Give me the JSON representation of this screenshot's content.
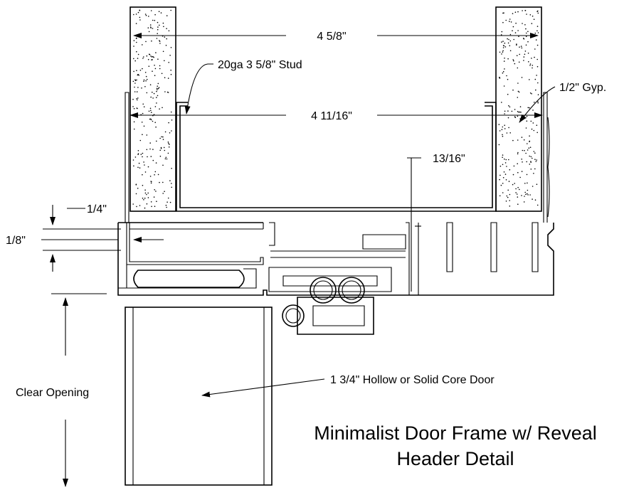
{
  "dimensions": {
    "stud_outer": "4 5/8\"",
    "stud_inner": "4 11/16\"",
    "reveal_depth": "13/16\"",
    "quarter": "1/4\"",
    "eighth": "1/8\""
  },
  "callouts": {
    "stud": "20ga 3 5/8\" Stud",
    "gyp": "1/2\" Gyp.",
    "door": "1 3/4\" Hollow or Solid Core Door",
    "opening": "Clear Opening"
  },
  "title": {
    "line1": "Minimalist Door Frame w/ Reveal",
    "line2": "Header Detail"
  }
}
